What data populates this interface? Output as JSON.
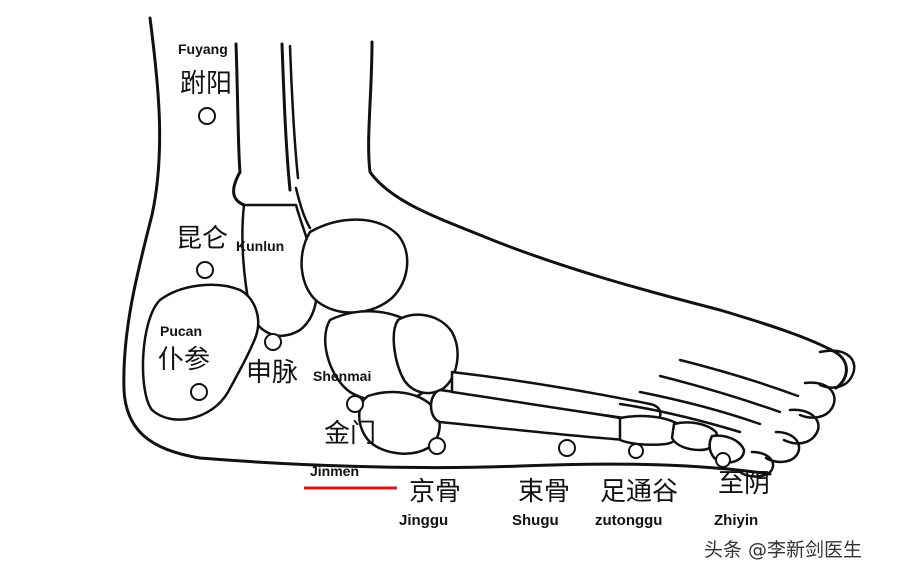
{
  "points": [
    {
      "id": "fuyang",
      "zh": "跗阳",
      "en": "Fuyang"
    },
    {
      "id": "kunlun",
      "zh": "昆仑",
      "en": "Kunlun"
    },
    {
      "id": "pucan",
      "zh": "仆参",
      "en": "Pucan"
    },
    {
      "id": "shenmai",
      "zh": "申脉",
      "en": "Shenmai"
    },
    {
      "id": "jinmen",
      "zh": "金门",
      "en": "Jinmen"
    },
    {
      "id": "jinggu",
      "zh": "京骨",
      "en": "Jinggu"
    },
    {
      "id": "shugu",
      "zh": "束骨",
      "en": "Shugu"
    },
    {
      "id": "zutonggu",
      "zh": "足通谷",
      "en": "zutonggu"
    },
    {
      "id": "zhiyin",
      "zh": "至阴",
      "en": "Zhiyin"
    }
  ],
  "highlight_color": "#d8161b",
  "watermark": "头条 @李新剑医生"
}
